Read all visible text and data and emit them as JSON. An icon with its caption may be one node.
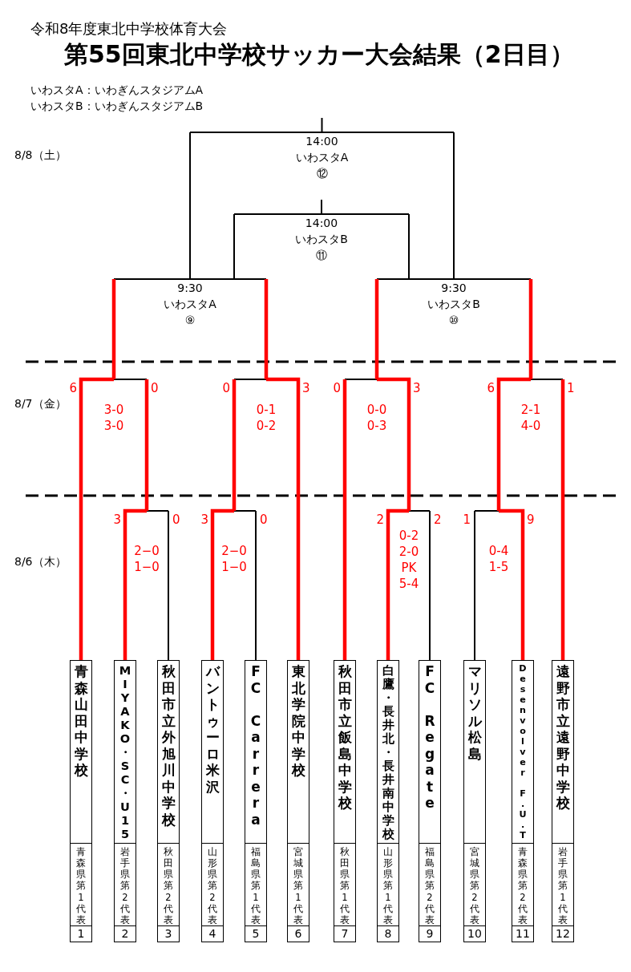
{
  "diagram": {
    "title": "第55回東北中学校サッカー大会結果（2日目）",
    "nodes": [
      {
        "text": [
          "14:00",
          "いわスタA",
          "⑫"
        ]
      },
      {
        "text": [
          "14:00",
          "いわスタB",
          "⑪"
        ]
      },
      {
        "text": [
          "9:30",
          "いわスタA",
          "⑨"
        ]
      },
      {
        "text": [
          "9:30",
          "いわスタB",
          "⑩"
        ]
      },
      {
        "text": [
          "3-0 3-0"
        ]
      },
      {
        "text": [
          "0-1 0-2"
        ]
      },
      {
        "text": [
          "0-0 0-3"
        ]
      },
      {
        "text": [
          "2-1 4-0"
        ]
      },
      {
        "text": [
          "2−0 1−0"
        ]
      },
      {
        "text": [
          "2−0 1−0"
        ]
      },
      {
        "text": [
          "0-2 2-0 PK 5-4"
        ]
      },
      {
        "text": [
          "0-4 1-5"
        ]
      },
      {
        "text": [
          "青森山田中学校",
          "青森県第1代表",
          "1"
        ]
      },
      {
        "text": [
          "MIYAKO・SC・U15",
          "岩手県第2代表",
          "2"
        ]
      },
      {
        "text": [
          "秋田市立外旭川中学校",
          "秋田県第2代表",
          "3"
        ]
      },
      {
        "text": [
          "バントゥーロ米沢",
          "山形県第2代表",
          "4"
        ]
      },
      {
        "text": [
          "FC Carrera",
          "福島県第1代表",
          "5"
        ]
      },
      {
        "text": [
          "東北学院中学校",
          "宮城県第1代表",
          "6"
        ]
      },
      {
        "text": [
          "秋田市立飯島中学校",
          "秋田県第1代表",
          "7"
        ]
      },
      {
        "text": [
          "白鷹・長井北・長井南中学校",
          "山形県第1代表",
          "8"
        ]
      },
      {
        "text": [
          "FC Regate",
          "福島県第2代表",
          "9"
        ]
      },
      {
        "text": [
          "マリソル松島",
          "宮城県第2代表",
          "10"
        ]
      },
      {
        "text": [
          "Desenvolver F.U.T",
          "青森県第2代表",
          "11"
        ]
      },
      {
        "text": [
          "遠野市立遠野中学校",
          "岩手県第1代表",
          "12"
        ]
      }
    ],
    "edges": [
      {
        "from": 12,
        "to": 4,
        "arrow": "none",
        "label": "6"
      },
      {
        "from": 8,
        "to": 4,
        "arrow": "none",
        "label": "0"
      },
      {
        "from": 9,
        "to": 5,
        "arrow": "none",
        "label": "0"
      },
      {
        "from": 17,
        "to": 5,
        "arrow": "none",
        "label": "3"
      },
      {
        "from": 18,
        "to": 6,
        "arrow": "none",
        "label": "0"
      },
      {
        "from": 10,
        "to": 6,
        "arrow": "none",
        "label": "3"
      },
      {
        "from": 11,
        "to": 7,
        "arrow": "none",
        "label": "6"
      },
      {
        "from": 23,
        "to": 7,
        "arrow": "none",
        "label": "1"
      },
      {
        "from": 13,
        "to": 8,
        "arrow": "none",
        "label": "3"
      },
      {
        "from": 14,
        "to": 8,
        "arrow": "none",
        "label": "0",
        "color": "#000000"
      },
      {
        "from": 15,
        "to": 9,
        "arrow": "none",
        "label": "3"
      },
      {
        "from": 16,
        "to": 9,
        "arrow": "none",
        "label": "0",
        "color": "#000000"
      },
      {
        "from": 19,
        "to": 10,
        "arrow": "none",
        "label": "2"
      },
      {
        "from": 20,
        "to": 10,
        "arrow": "none",
        "label": "2",
        "color": "#000000"
      },
      {
        "from": 21,
        "to": 11,
        "arrow": "none",
        "label": "1",
        "color": "#000000"
      },
      {
        "from": 22,
        "to": 11,
        "arrow": "none",
        "label": "9"
      },
      {
        "from": 4,
        "to": 2,
        "arrow": "none"
      },
      {
        "from": 5,
        "to": 2,
        "arrow": "none"
      },
      {
        "from": 6,
        "to": 3,
        "arrow": "none"
      },
      {
        "from": 7,
        "to": 3,
        "arrow": "none"
      },
      {
        "from": 2,
        "to": 0,
        "arrow": "none",
        "color": "#000000"
      },
      {
        "from": 3,
        "to": 0,
        "arrow": "none",
        "color": "#000000"
      },
      {
        "from": 2,
        "to": 1,
        "arrow": "none",
        "color": "#000000"
      },
      {
        "from": 3,
        "to": 1,
        "arrow": "none",
        "color": "#000000"
      },
      {
        "from": 0,
        "to": null,
        "arrow": "none",
        "color": "#000000"
      },
      {
        "from": 1,
        "to": null,
        "arrow": "none",
        "color": "#000000"
      }
    ],
    "labels": [
      "令和8年度東北中学校体育大会",
      "いわスタA：いわぎんスタジアムA",
      "いわスタB：いわぎんスタジアムB",
      "8/8（土）",
      "8/7（金）",
      "8/6（木）"
    ]
  }
}
